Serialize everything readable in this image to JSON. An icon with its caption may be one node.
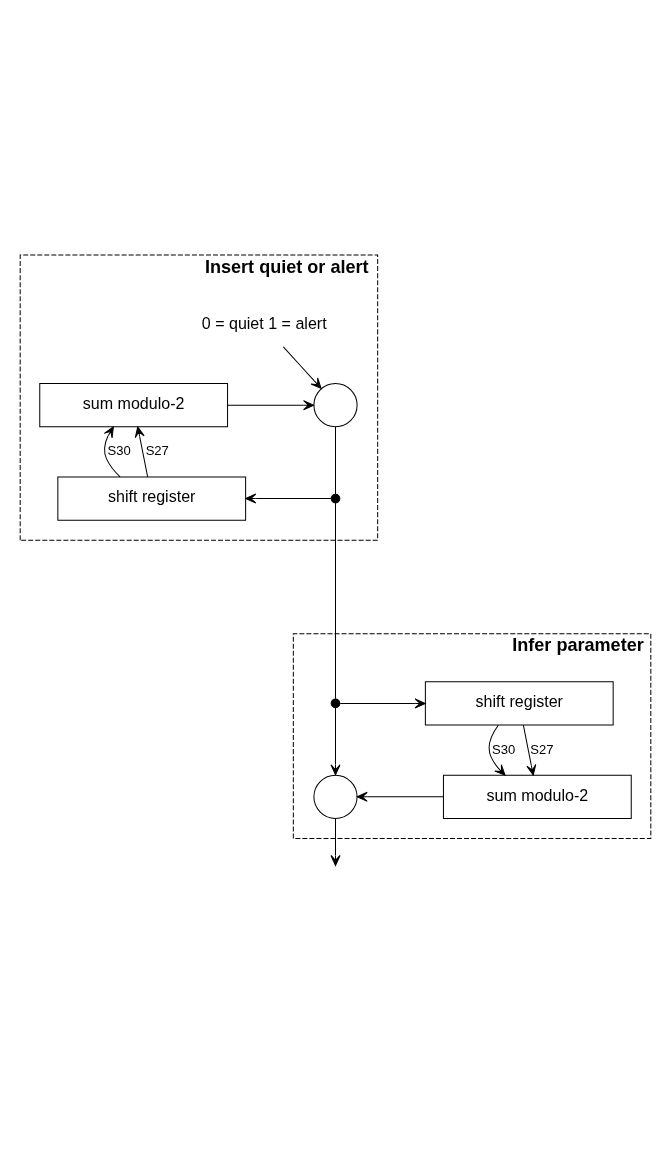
{
  "diagram": {
    "nodes": [
      {
        "text": [
          "Insert quiet or alert"
        ]
      },
      {
        "text": [
          "0 = quiet 1 = alert"
        ],
        "in": 0
      },
      {
        "text": [],
        "shape": "circle",
        "in": 0
      },
      {
        "text": [
          "sum modulo-2"
        ],
        "in": 0
      },
      {
        "text": [
          "shift register"
        ],
        "in": 0
      },
      {
        "text": [],
        "shape": "dot",
        "in": 0
      },
      {
        "text": [
          "Infer parameter"
        ]
      },
      {
        "text": [],
        "shape": "dot",
        "in": 6
      },
      {
        "text": [
          "shift register"
        ],
        "in": 6
      },
      {
        "text": [
          "sum modulo-2"
        ],
        "in": 6
      },
      {
        "text": [],
        "shape": "circle",
        "in": 6
      }
    ],
    "edges": [
      {
        "from": 1,
        "to": 2,
        "arrow": "to"
      },
      {
        "from": 3,
        "to": 2,
        "arrow": "to"
      },
      {
        "from": 4,
        "to": 3,
        "arrow": "to",
        "label": "S27"
      },
      {
        "from": 4,
        "to": 3,
        "arrow": "to",
        "label": "S30"
      },
      {
        "from": 2,
        "to": 5,
        "arrow": "none"
      },
      {
        "from": 5,
        "to": 4,
        "arrow": "to"
      },
      {
        "from": 5,
        "to": 7,
        "arrow": "none"
      },
      {
        "from": 7,
        "to": 8,
        "arrow": "to"
      },
      {
        "from": 7,
        "to": 10,
        "arrow": "to"
      },
      {
        "from": 8,
        "to": 9,
        "arrow": "to",
        "label": "S27"
      },
      {
        "from": 8,
        "to": 9,
        "arrow": "to",
        "label": "S30"
      },
      {
        "from": 9,
        "to": 10,
        "arrow": "to"
      },
      {
        "from": 10,
        "to": null,
        "arrow": "to"
      }
    ]
  }
}
